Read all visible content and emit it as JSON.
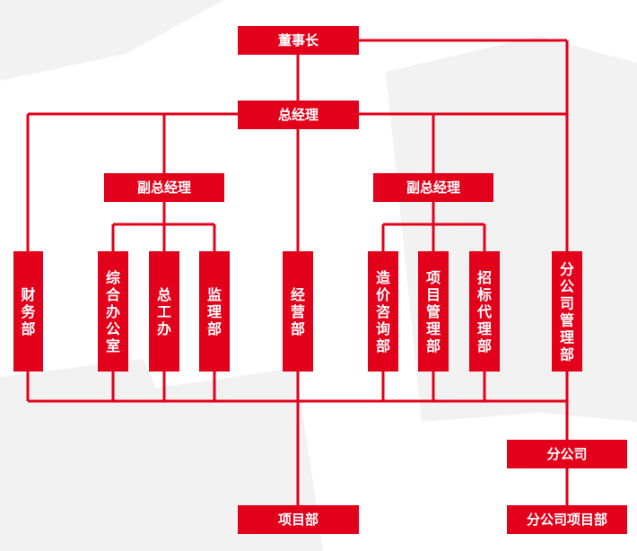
{
  "theme": {
    "accent": "#e3001b",
    "line": "#e3001b",
    "text": "#ffffff",
    "background": "#ffffff",
    "watermark": "#d9d9d9"
  },
  "nodes": {
    "chairman": "董事长",
    "general_manager": "总经理",
    "deputy_gm_left": "副总经理",
    "deputy_gm_right": "副总经理",
    "finance": "财务部",
    "general_office": "综合办公室",
    "chief_engineer_office": "总工办",
    "supervision": "监理部",
    "business": "经营部",
    "cost_consulting": "造价咨询部",
    "project_management": "项目管理部",
    "bidding_agency": "招标代理部",
    "branch_management": "分公司管理部",
    "branch": "分公司",
    "project_dept": "项目部",
    "branch_project_dept": "分公司项目部"
  }
}
